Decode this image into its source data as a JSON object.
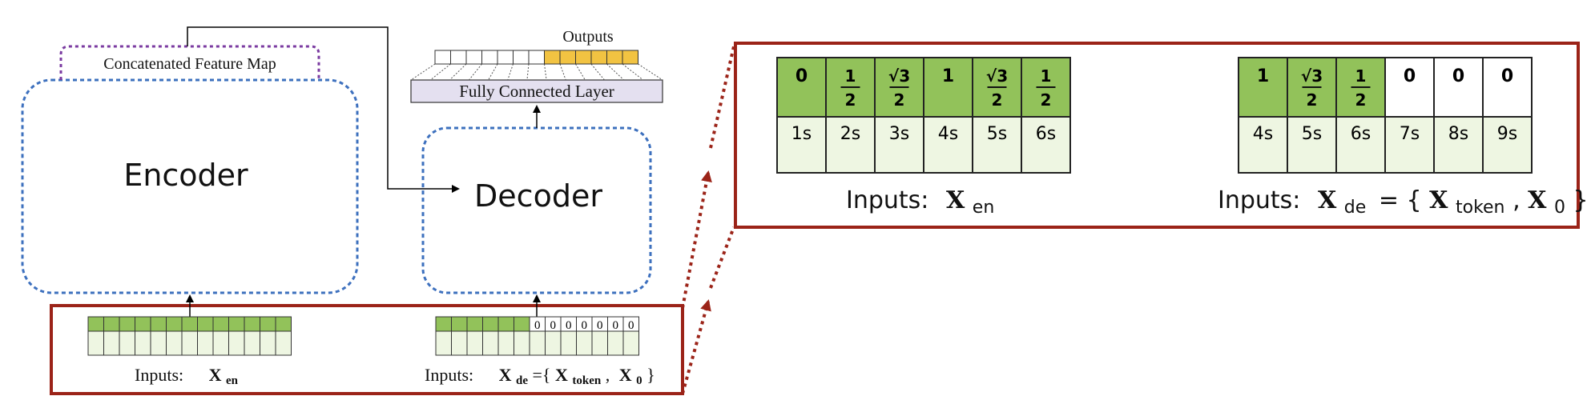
{
  "encoder_label": "Encoder",
  "decoder_label": "Decoder",
  "feature_map_label": "Concatenated Feature Map",
  "fc_layer_label": "Fully Connected Layer",
  "outputs_label": "Outputs",
  "small_inputs_en": {
    "prefix": "Inputs:",
    "symbol": "X",
    "sub": "en"
  },
  "small_inputs_de": {
    "prefix": "Inputs:",
    "symbol": "X",
    "sub": "de",
    "eq": "={",
    "tok_symbol": "X",
    "tok_sub": "token",
    "comma": ",",
    "zero_symbol": "X",
    "zero_sub": "0",
    "close": "}"
  },
  "decoder_zero_cells": [
    "0",
    "0",
    "0",
    "0",
    "0",
    "0",
    "0"
  ],
  "zoom_encoder": {
    "top": [
      {
        "type": "plain",
        "text": "0"
      },
      {
        "type": "frac",
        "num": "1",
        "den": "2"
      },
      {
        "type": "frac",
        "num": "√3",
        "den": "2"
      },
      {
        "type": "plain",
        "text": "1"
      },
      {
        "type": "frac",
        "num": "√3",
        "den": "2"
      },
      {
        "type": "frac",
        "num": "1",
        "den": "2"
      }
    ],
    "bottom": [
      "1s",
      "2s",
      "3s",
      "4s",
      "5s",
      "6s"
    ],
    "caption": {
      "prefix": "Inputs:",
      "symbol": "X",
      "sub": "en"
    }
  },
  "zoom_decoder": {
    "top": [
      {
        "type": "plain",
        "text": "1"
      },
      {
        "type": "frac",
        "num": "√3",
        "den": "2"
      },
      {
        "type": "frac",
        "num": "1",
        "den": "2"
      },
      {
        "type": "plain",
        "text": "0"
      },
      {
        "type": "plain",
        "text": "0"
      },
      {
        "type": "plain",
        "text": "0"
      }
    ],
    "bottom": [
      "4s",
      "5s",
      "6s",
      "7s",
      "8s",
      "9s"
    ],
    "caption": {
      "prefix": "Inputs:",
      "symbol": "X",
      "sub": "de",
      "eq": "= {",
      "tok_symbol": "X",
      "tok_sub": "token",
      "comma": ",",
      "zero_symbol": "X",
      "zero_sub": "0",
      "close": "}"
    }
  },
  "colors": {
    "green": "#92c25a",
    "light_green": "#eef6e2",
    "red_border": "#9b2318",
    "blue_dash": "#3d70be",
    "purple_dash": "#7a3aa0",
    "yellow": "#f2c342",
    "fc_fill": "#e4e0f0"
  }
}
